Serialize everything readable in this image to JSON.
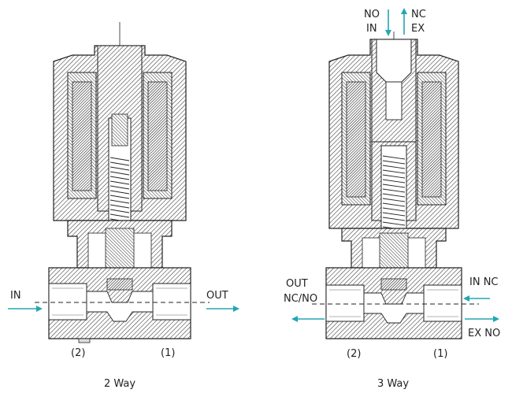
{
  "diagram": {
    "accent_color": "#22a7b3",
    "two_way": {
      "caption": "2 Way",
      "in_label": "IN",
      "out_label": "OUT",
      "port_left": "(2)",
      "port_right": "(1)"
    },
    "three_way": {
      "caption": "3 Way",
      "top_no": "NO",
      "top_in": "IN",
      "top_nc": "NC",
      "top_ex": "EX",
      "out_label": "OUT",
      "ncno_label": "NC/NO",
      "in_nc_label": "IN NC",
      "ex_no_label": "EX NO",
      "port_left": "(2)",
      "port_right": "(1)"
    }
  }
}
